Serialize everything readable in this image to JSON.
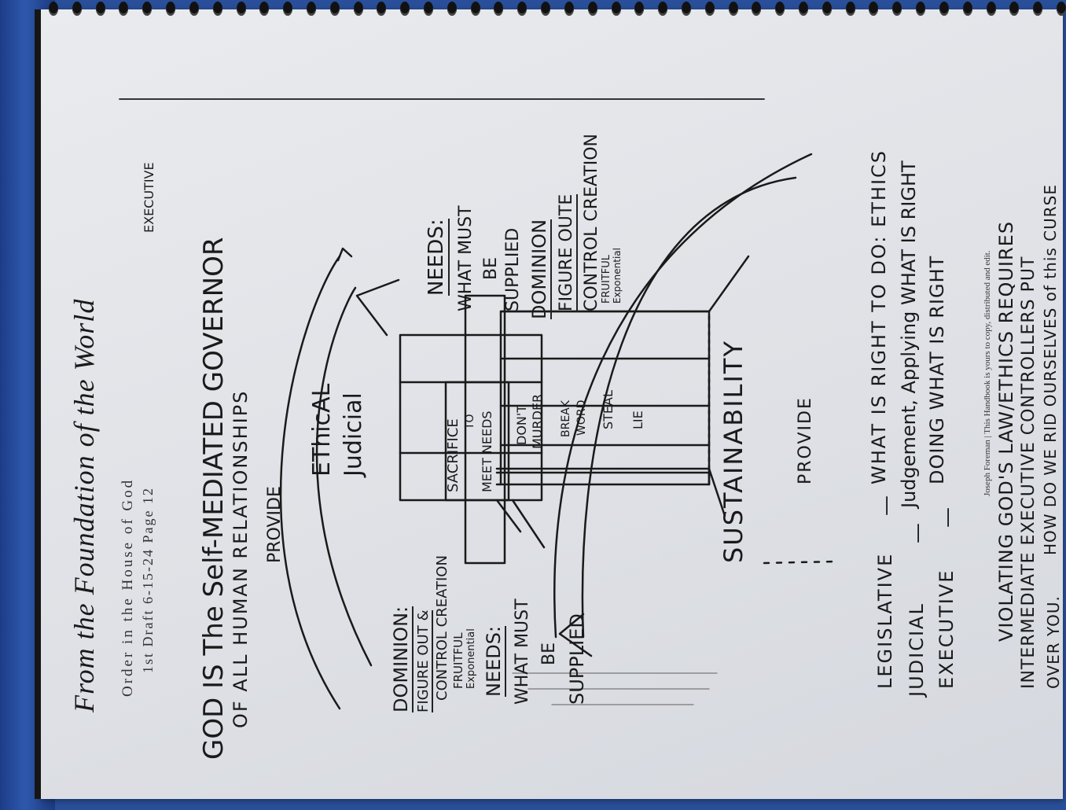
{
  "header": {
    "title": "From the Foundation of the World",
    "subtitle": "Order in the House of God",
    "draft": "1st Draft 6-15-24 Page 12"
  },
  "thesis": {
    "executive_note": "EXECUTIVE",
    "line1": "GOD IS The Self-MEDIATED GOVERNOR",
    "line2": "OF ALL HUMAN RELATIONSHIPS"
  },
  "left_panel": {
    "dominion": "DOMINION:",
    "figure_out": "FIGURE OUT &",
    "control": "CONTROL CREATION",
    "fruitful": "FRUITFUL",
    "exponential": "Exponential",
    "needs": "NEEDS:",
    "what_must": "WHAT MUST",
    "be": "BE",
    "supplied": "SUPPLIED"
  },
  "right_panel": {
    "needs": "NEEDS:",
    "what_must": "WHAT MUST",
    "be": "BE",
    "supplied": "SUPPLIED",
    "dominion": "DOMINION",
    "figure_out": "FIGURE OUTE",
    "control": "CONTROL CREATION",
    "fruitful": "FRUITFUL",
    "exponential": "Exponential"
  },
  "cycle": {
    "provide_top": "PROVIDE",
    "provide_bottom": "PROVIDE",
    "ethical": "EThicAL",
    "judicial": "Judicial",
    "sustainability": "SUSTAINABILITY"
  },
  "cross": {
    "beam": [
      "SACRIFICE",
      "TO",
      "MEET NEEDS"
    ],
    "commands": [
      [
        "DON'T",
        "MURDER"
      ],
      [
        "BREAK",
        "WORD"
      ],
      [
        "STEAL"
      ],
      [
        "LIE"
      ]
    ]
  },
  "branches": [
    {
      "name": "LEGISLATIVE",
      "desc": "WHAT IS RIGHT TO DO: ETHICS"
    },
    {
      "name": "JUDICIAL",
      "desc": "Judgement, Applying WHAT IS RIGHT"
    },
    {
      "name": "EXECUTIVE",
      "desc": "DOING WHAT IS RIGHT"
    }
  ],
  "footer": {
    "credit": "Joseph Foreman | This Handbook is yours to copy, distributed and edit.",
    "line1": "VIOLATING GOD'S LAW/ETHICS REQUIRES",
    "line2": "INTERMEDIATE EXECUTIVE CONTROLLERS PUT",
    "line3a": "OVER YOU.",
    "line3b": "HOW DO WE RID OURSELVES of this CURSE"
  },
  "colors": {
    "ink": "#1a1a1a",
    "paper": "#e4e6ea",
    "binding": "#2a4f9a"
  }
}
